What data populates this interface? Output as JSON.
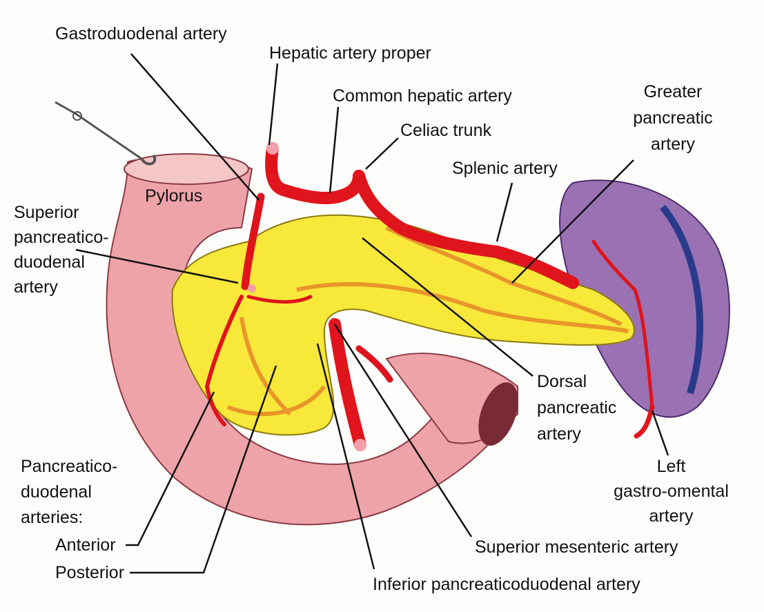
{
  "labels": {
    "gastroduodenal": "Gastroduodenal artery",
    "hepatic_proper": "Hepatic artery proper",
    "common_hepatic": "Common hepatic artery",
    "celiac": "Celiac trunk",
    "greater_pancreatic": [
      "Greater",
      "pancreatic",
      "artery"
    ],
    "splenic": "Splenic artery",
    "pylorus": "Pylorus",
    "superior_pd": [
      "Superior",
      "pancreatico-",
      "duodenal",
      "artery"
    ],
    "dorsal_pancreatic": [
      "Dorsal",
      "pancreatic",
      "artery"
    ],
    "left_gastro_omental": [
      "Left",
      "gastro-omental",
      "artery"
    ],
    "pd_arteries": [
      "Pancreatico-",
      "duodenal",
      "arteries:"
    ],
    "anterior": "Anterior",
    "posterior": "Posterior",
    "superior_mesenteric": "Superior mesenteric artery",
    "inferior_pd": "Inferior pancreaticoduodenal artery"
  },
  "colors": {
    "artery": "#e0141c",
    "pancreas": "#f7e83a",
    "pancreas_vessel": "#e8952a",
    "duodenum": "#eea3a8",
    "spleen": "#9a72b4"
  }
}
